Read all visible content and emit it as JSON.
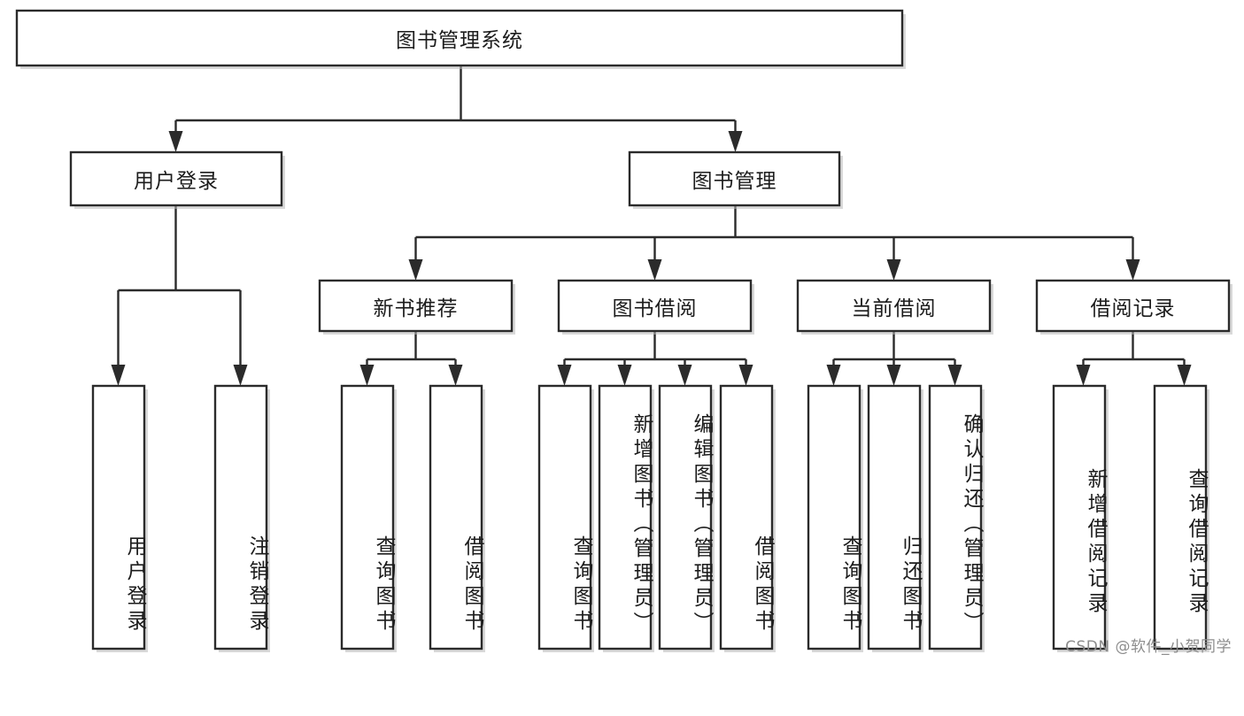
{
  "diagram": {
    "type": "tree",
    "title": "图书管理系统",
    "root": {
      "id": "root",
      "label": "图书管理系统"
    },
    "level2": [
      {
        "id": "user-login",
        "label": "用户登录"
      },
      {
        "id": "book-manage",
        "label": "图书管理"
      }
    ],
    "level3": [
      {
        "id": "new-book-rec",
        "label": "新书推荐",
        "parent": "book-manage"
      },
      {
        "id": "book-borrow",
        "label": "图书借阅",
        "parent": "book-manage"
      },
      {
        "id": "current-borrow",
        "label": "当前借阅",
        "parent": "book-manage"
      },
      {
        "id": "borrow-record",
        "label": "借阅记录",
        "parent": "book-manage"
      }
    ],
    "leaves": [
      {
        "id": "leaf-user-login",
        "label": "用户登录",
        "parent": "user-login"
      },
      {
        "id": "leaf-logout-login",
        "label": "注销登录",
        "parent": "user-login"
      },
      {
        "id": "leaf-query-book-rec",
        "label": "查询图书",
        "parent": "new-book-rec"
      },
      {
        "id": "leaf-borrow-book-rec",
        "label": "借阅图书",
        "parent": "new-book-rec"
      },
      {
        "id": "leaf-query-book-borrow",
        "label": "查询图书",
        "parent": "book-borrow"
      },
      {
        "id": "leaf-add-book",
        "label": "新增图书（管理员）",
        "parent": "book-borrow"
      },
      {
        "id": "leaf-edit-book",
        "label": "编辑图书（管理员）",
        "parent": "book-borrow"
      },
      {
        "id": "leaf-borrow-book",
        "label": "借阅图书",
        "parent": "book-borrow"
      },
      {
        "id": "leaf-query-book-cur",
        "label": "查询图书",
        "parent": "current-borrow"
      },
      {
        "id": "leaf-return-book",
        "label": "归还图书",
        "parent": "current-borrow"
      },
      {
        "id": "leaf-confirm-return",
        "label": "确认归还（管理员）",
        "parent": "current-borrow"
      },
      {
        "id": "leaf-add-record",
        "label": "新增借阅记录",
        "parent": "borrow-record"
      },
      {
        "id": "leaf-query-record",
        "label": "查询借阅记录",
        "parent": "borrow-record"
      }
    ],
    "colors": {
      "background": "#ffffff",
      "box_fill": "#ffffff",
      "box_stroke": "#2b2b2b",
      "text": "#1c1c1c",
      "shadow": "#b9b9b9",
      "watermark": "#8d8d8d"
    }
  },
  "watermark": {
    "text": "CSDN @软件_小贺同学"
  }
}
